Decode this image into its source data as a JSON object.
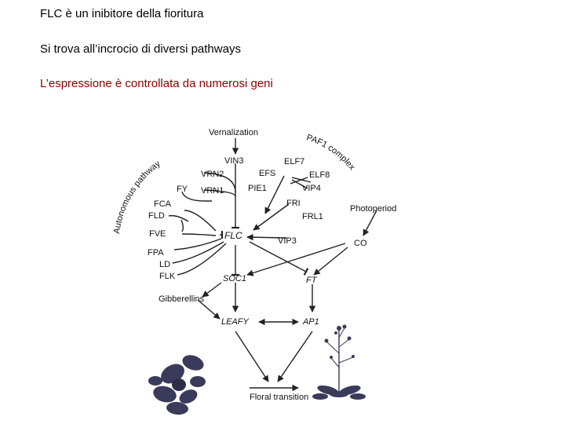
{
  "slide": {
    "line1": "FLC  è un inibitore della fioritura",
    "line2": "Si trova all’incrocio di diversi pathways",
    "line3": "L’espressione è controllata da numerosi geni",
    "line3_color": "#8b0000"
  },
  "diagram": {
    "vernalization": "Vernalization",
    "vin3": "VIN3",
    "vrn2": "VRN2",
    "vrn1": "VRN1",
    "efs": "EFS",
    "pie1": "PIE1",
    "elf7": "ELF7",
    "elf8": "ELF8",
    "vip4": "VIP4",
    "paf1": "PAF1 complex",
    "autonomous": "Autonomous pathway",
    "fy": "FY",
    "fca": "FCA",
    "fld": "FLD",
    "fve": "FVE",
    "fpa": "FPA",
    "ld": "LD",
    "flk": "FLK",
    "fri": "FRI",
    "frl1": "FRL1",
    "photoperiod": "Photoperiod",
    "flc": "FLC",
    "vip3": "VIP3",
    "co": "CO",
    "soc1": "SOC1",
    "ft": "FT",
    "gibberellins": "Gibberellins",
    "leafy": "LEAFY",
    "ap1": "AP1",
    "floral": "Floral transition"
  }
}
